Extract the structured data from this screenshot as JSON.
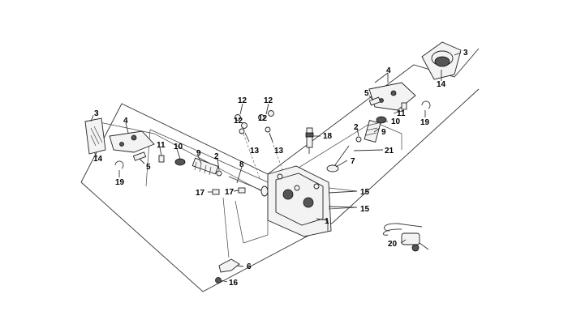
{
  "callouts": [
    {
      "label": "1"
    },
    {
      "label": "2"
    },
    {
      "label": "2"
    },
    {
      "label": "3"
    },
    {
      "label": "3"
    },
    {
      "label": "4"
    },
    {
      "label": "4"
    },
    {
      "label": "5"
    },
    {
      "label": "5"
    },
    {
      "label": "6"
    },
    {
      "label": "7"
    },
    {
      "label": "8"
    },
    {
      "label": "9"
    },
    {
      "label": "9"
    },
    {
      "label": "10"
    },
    {
      "label": "10"
    },
    {
      "label": "11"
    },
    {
      "label": "11"
    },
    {
      "label": "12"
    },
    {
      "label": "12"
    },
    {
      "label": "12"
    },
    {
      "label": "12"
    },
    {
      "label": "13"
    },
    {
      "label": "13"
    },
    {
      "label": "14"
    },
    {
      "label": "14"
    },
    {
      "label": "15"
    },
    {
      "label": "15"
    },
    {
      "label": "16"
    },
    {
      "label": "17"
    },
    {
      "label": "17"
    },
    {
      "label": "18"
    },
    {
      "label": "19"
    },
    {
      "label": "19"
    },
    {
      "label": "20"
    },
    {
      "label": "21"
    }
  ]
}
